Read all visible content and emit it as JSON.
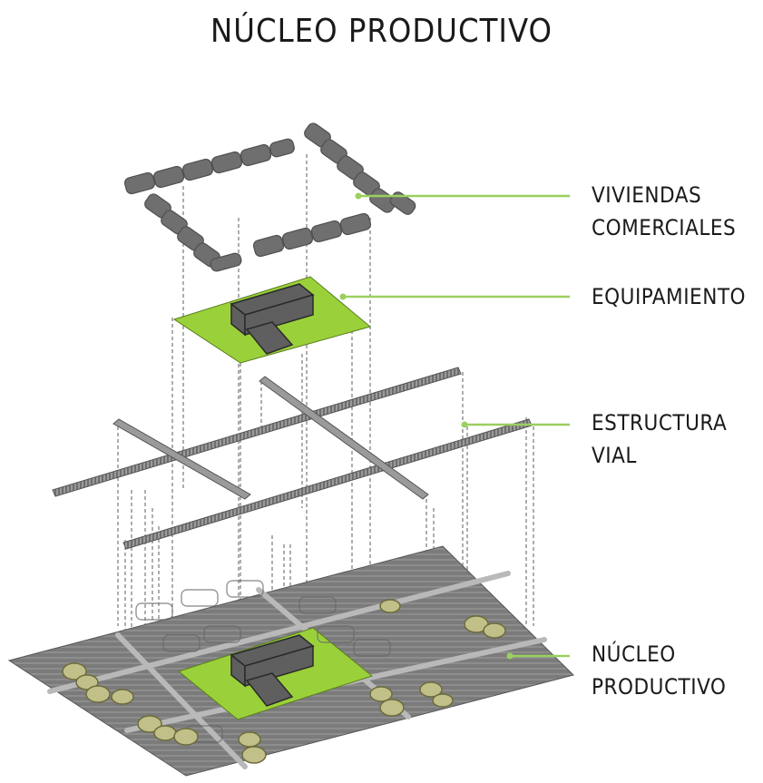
{
  "title": "NÚCLEO PRODUCTIVO",
  "layers": [
    {
      "id": "viviendas",
      "lines": [
        "VIVIENDAS",
        "COMERCIALES"
      ]
    },
    {
      "id": "equipamiento",
      "lines": [
        "EQUIPAMIENTO"
      ]
    },
    {
      "id": "estructura-vial",
      "lines": [
        "ESTRUCTURA",
        "VIAL"
      ]
    },
    {
      "id": "nucleo",
      "lines": [
        "NÚCLEO",
        "PRODUCTIVO"
      ]
    }
  ],
  "colors": {
    "green": "#9ad13a",
    "leader": "#9bcf5f",
    "block_gray": "#6f6f6f",
    "road_gray": "#9a9a9a",
    "base_gray": "#7c7c7c",
    "tree_khaki": "#c2c089"
  }
}
